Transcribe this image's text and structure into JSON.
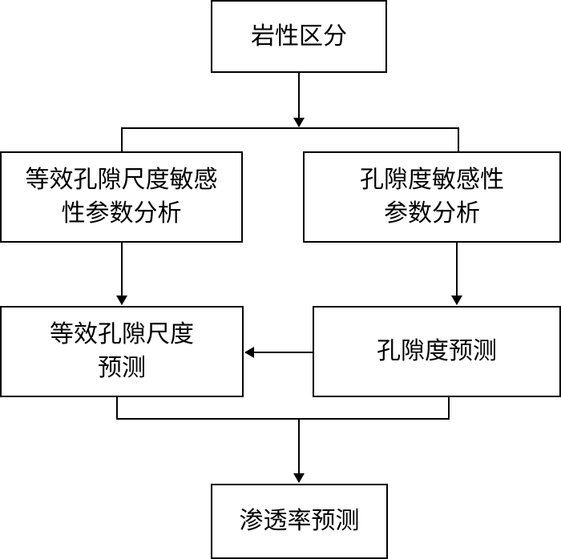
{
  "boxes": {
    "lithology": {
      "lines": [
        "岩性区分"
      ]
    },
    "equivalent_pore_sensitivity": {
      "lines": [
        "等效孔隙尺度敏感",
        "性参数分析"
      ]
    },
    "porosity_sensitivity": {
      "lines": [
        "孔隙度敏感性",
        "参数分析"
      ]
    },
    "equivalent_pore_prediction": {
      "lines": [
        "等效孔隙尺度",
        "预测"
      ]
    },
    "porosity_prediction": {
      "lines": [
        "孔隙度预测"
      ]
    },
    "permeability_prediction": {
      "lines": [
        "渗透率预测"
      ]
    }
  },
  "colors": {
    "stroke": "#000000",
    "fill": "#ffffff"
  }
}
